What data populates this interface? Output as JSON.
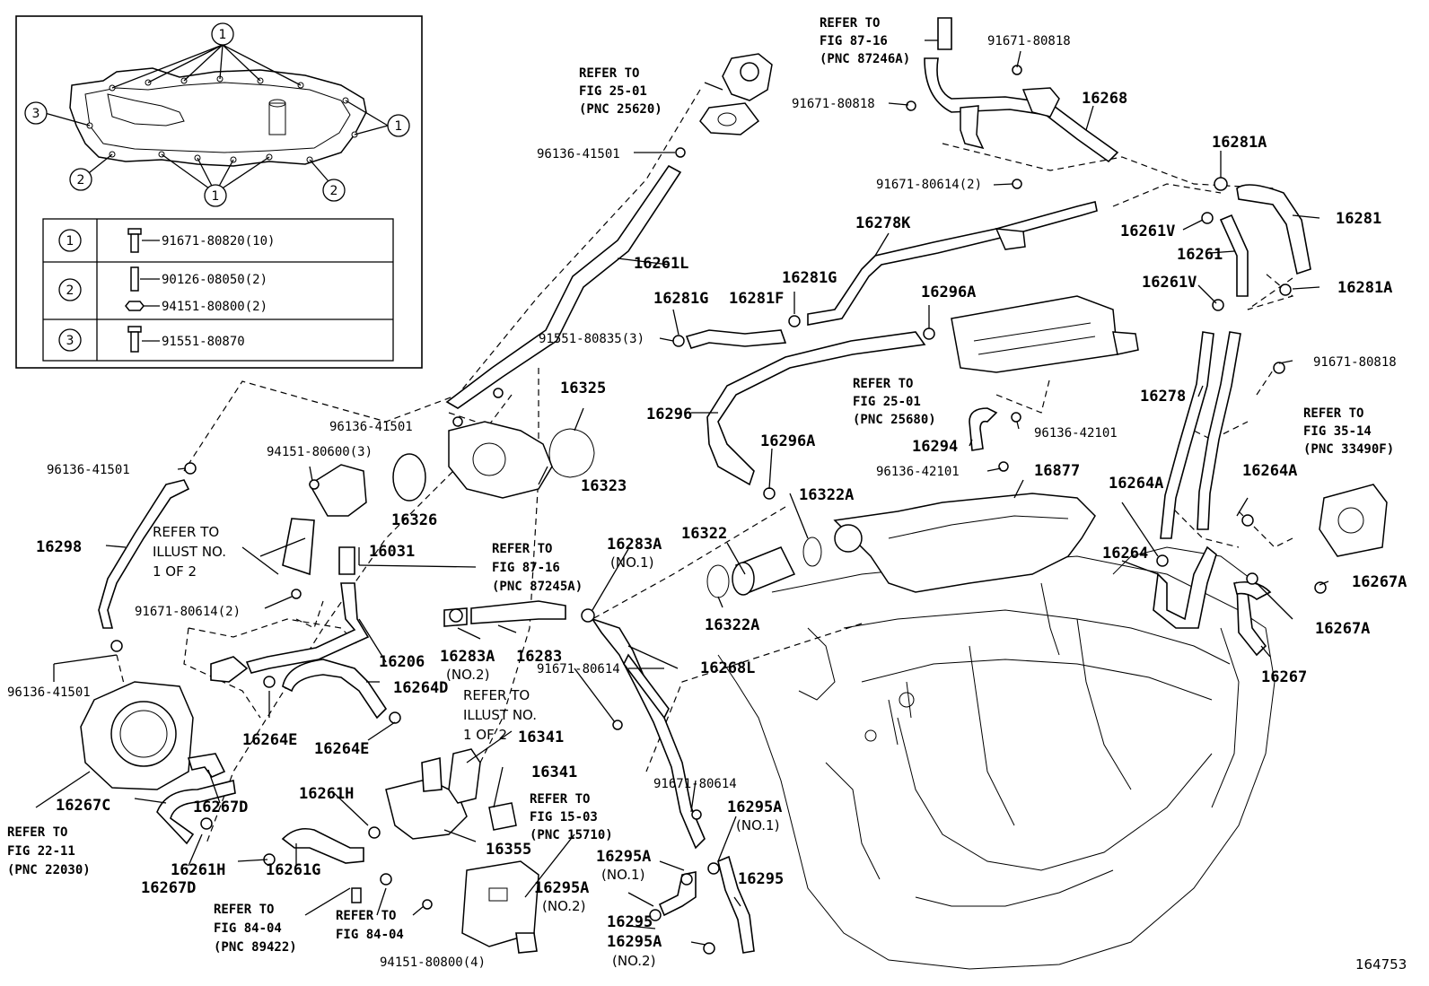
{
  "diagram_id": "164753",
  "inset": {
    "callout_1": "1",
    "callout_2": "2",
    "callout_3": "3",
    "table": [
      {
        "key": "1",
        "parts": [
          "91671-80820(10)"
        ]
      },
      {
        "key": "2",
        "parts": [
          "90126-08050(2)",
          "94151-80800(2)"
        ]
      },
      {
        "key": "3",
        "parts": [
          "91551-80870"
        ]
      }
    ]
  },
  "labels": {
    "p16268": "16268",
    "p91671_80818_a": "91671-80818",
    "p91671_80818_b": "91671-80818",
    "p91671_80818_c": "91671-80818",
    "p16281A_a": "16281A",
    "p16281A_b": "16281A",
    "p91671_80614_2a": "91671-80614(2)",
    "p16261V_a": "16261V",
    "p16261V_b": "16261V",
    "p16281": "16281",
    "p16261": "16261",
    "p16278K": "16278K",
    "p96136_41501_a": "96136-41501",
    "p96136_41501_b": "96136-41501",
    "p96136_41501_c": "96136-41501",
    "p96136_41501_d": "96136-41501",
    "p16261L": "16261L",
    "p16281G_a": "16281G",
    "p16281G_b": "16281G",
    "p16281F": "16281F",
    "p16296A_a": "16296A",
    "p16296A_b": "16296A",
    "p91551_80835": "91551-80835(3)",
    "p16325": "16325",
    "p16296": "16296",
    "p16278": "16278",
    "p94151_80600": "94151-80600(3)",
    "p16323": "16323",
    "p16294": "16294",
    "p96136_42101_a": "96136-42101",
    "p96136_42101_b": "96136-42101",
    "p16877": "16877",
    "p16264A_a": "16264A",
    "p16264A_b": "16264A",
    "p16322A_a": "16322A",
    "p16322A_b": "16322A",
    "p16326": "16326",
    "p16031": "16031",
    "p16298": "16298",
    "p16322": "16322",
    "p16283A_no1": "16283A",
    "no1_a": "(NO.1)",
    "p16264": "16264",
    "p16267A_a": "16267A",
    "p16267A_b": "16267A",
    "p91671_80614_2b": "91671-80614(2)",
    "p16283A_no2": "16283A",
    "p16283": "16283",
    "no2_a": "(NO.2)",
    "p16206": "16206",
    "p91671_80614_a": "91671-80614",
    "p16268L": "16268L",
    "p16267": "16267",
    "p16264D": "16264D",
    "p16264E_a": "16264E",
    "p16264E_b": "16264E",
    "p16341_a": "16341",
    "p16341_b": "16341",
    "p16267C": "16267C",
    "p16267D_a": "16267D",
    "p16267D_b": "16267D",
    "p16261H_a": "16261H",
    "p16261H_b": "16261H",
    "p16261G": "16261G",
    "p16355": "16355",
    "p91671_80614_b": "91671-80614",
    "p16295A_a": "16295A",
    "no1_b": "(NO.1)",
    "p16295A_b": "16295A",
    "no1_c": "(NO.1)",
    "p16295A_c": "16295A",
    "no2_b": "(NO.2)",
    "p16295_a": "16295",
    "p16295_b": "16295",
    "p16295A_d": "16295A",
    "no2_c": "(NO.2)",
    "p94151_80800_4": "94151-80800(4)"
  },
  "refs": {
    "r87_16_a": [
      "REFER TO",
      "FIG 87-16",
      "(PNC 87246A)"
    ],
    "r25_01_a": [
      "REFER TO",
      "FIG 25-01",
      "(PNC 25620)"
    ],
    "r25_01_b": [
      "REFER TO",
      "FIG 25-01",
      "(PNC 25680)"
    ],
    "r35_14": [
      "REFER TO",
      "FIG 35-14",
      "(PNC 33490F)"
    ],
    "illust_a": [
      "REFER TO",
      "ILLUST NO.",
      "1 OF 2"
    ],
    "r87_16_b": [
      "REFER TO",
      "FIG 87-16",
      "(PNC 87245A)"
    ],
    "illust_b": [
      "REFER TO",
      "ILLUST NO.",
      "1 OF 2"
    ],
    "r15_03": [
      "REFER TO",
      "FIG 15-03",
      "(PNC 15710)"
    ],
    "r22_11": [
      "REFER TO",
      "FIG 22-11",
      "(PNC 22030)"
    ],
    "r84_04_a": [
      "REFER TO",
      "FIG 84-04",
      "(PNC 89422)"
    ],
    "r84_04_b": [
      "REFER TO",
      "FIG 84-04"
    ]
  }
}
